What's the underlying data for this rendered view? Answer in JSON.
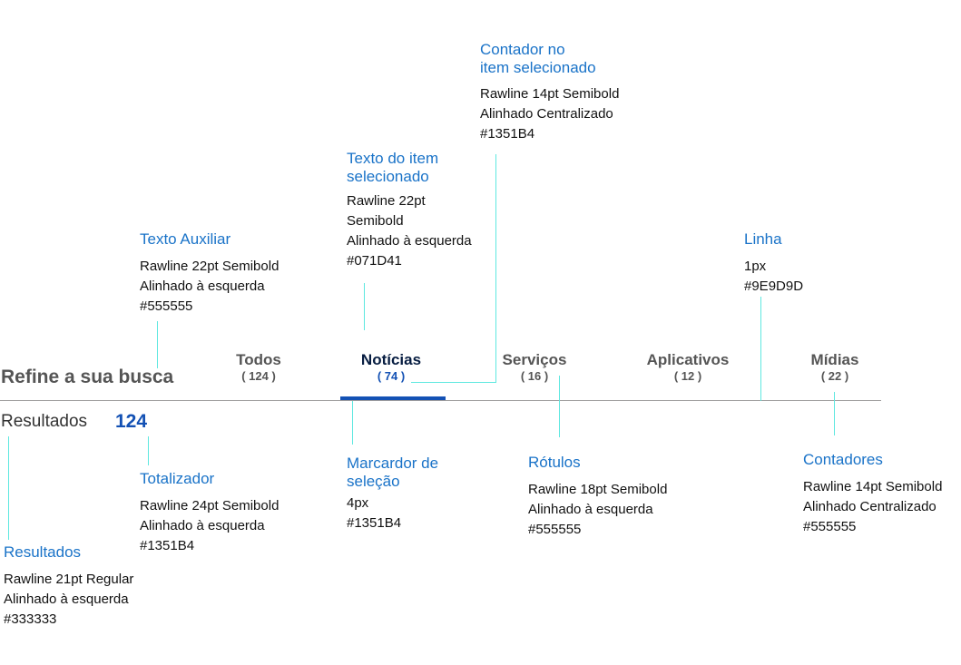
{
  "ui": {
    "heading": "Refine a sua busca",
    "results_label": "Resultados",
    "results_total": "124",
    "tabs": [
      {
        "label": "Todos",
        "count": "( 124 )"
      },
      {
        "label": "Notícias",
        "count": "( 74 )"
      },
      {
        "label": "Serviços",
        "count": "( 16 )"
      },
      {
        "label": "Aplicativos",
        "count": "( 12 )"
      },
      {
        "label": "Mídias",
        "count": "( 22 )"
      }
    ],
    "selected_tab": "Notícias"
  },
  "annotations": {
    "contador_sel": {
      "title": [
        "Contador no",
        "item selecionado"
      ],
      "lines": [
        "Rawline 14pt Semibold",
        "Alinhado Centralizado",
        "#1351B4"
      ]
    },
    "texto_sel": {
      "title": [
        "Texto do item",
        "selecionado"
      ],
      "lines": [
        "Rawline 22pt",
        "Semibold",
        "Alinhado à esquerda",
        "#071D41"
      ]
    },
    "auxiliar": {
      "title": [
        "Texto Auxiliar"
      ],
      "lines": [
        "Rawline 22pt Semibold",
        "Alinhado à esquerda",
        "#555555"
      ]
    },
    "linha": {
      "title": [
        "Linha"
      ],
      "lines": [
        "1px",
        "#9E9D9D"
      ]
    },
    "marcador": {
      "title": [
        "Marcardor de",
        "seleção"
      ],
      "lines": [
        "4px",
        "#1351B4"
      ]
    },
    "rotulos": {
      "title": [
        "Rótulos"
      ],
      "lines": [
        "Rawline 18pt Semibold",
        "Alinhado à esquerda",
        "#555555"
      ]
    },
    "contadores": {
      "title": [
        "Contadores"
      ],
      "lines": [
        "Rawline 14pt Semibold",
        "Alinhado Centralizado",
        "#555555"
      ]
    },
    "totalizador": {
      "title": [
        "Totalizador"
      ],
      "lines": [
        "Rawline 24pt Semibold",
        "Alinhado à esquerda",
        "#1351B4"
      ]
    },
    "resultados": {
      "title": [
        "Resultados"
      ],
      "lines": [
        "Rawline 21pt Regular",
        "Alinhado à esquerda",
        "#333333"
      ]
    }
  },
  "colors": {
    "annotation_title": "#1a73c8",
    "leader_line": "#5ee8e0",
    "divider": "#9E9D9D",
    "selection_marker": "#1351B4",
    "selected_text": "#071D41",
    "label_text": "#555555",
    "results_text": "#333333"
  }
}
